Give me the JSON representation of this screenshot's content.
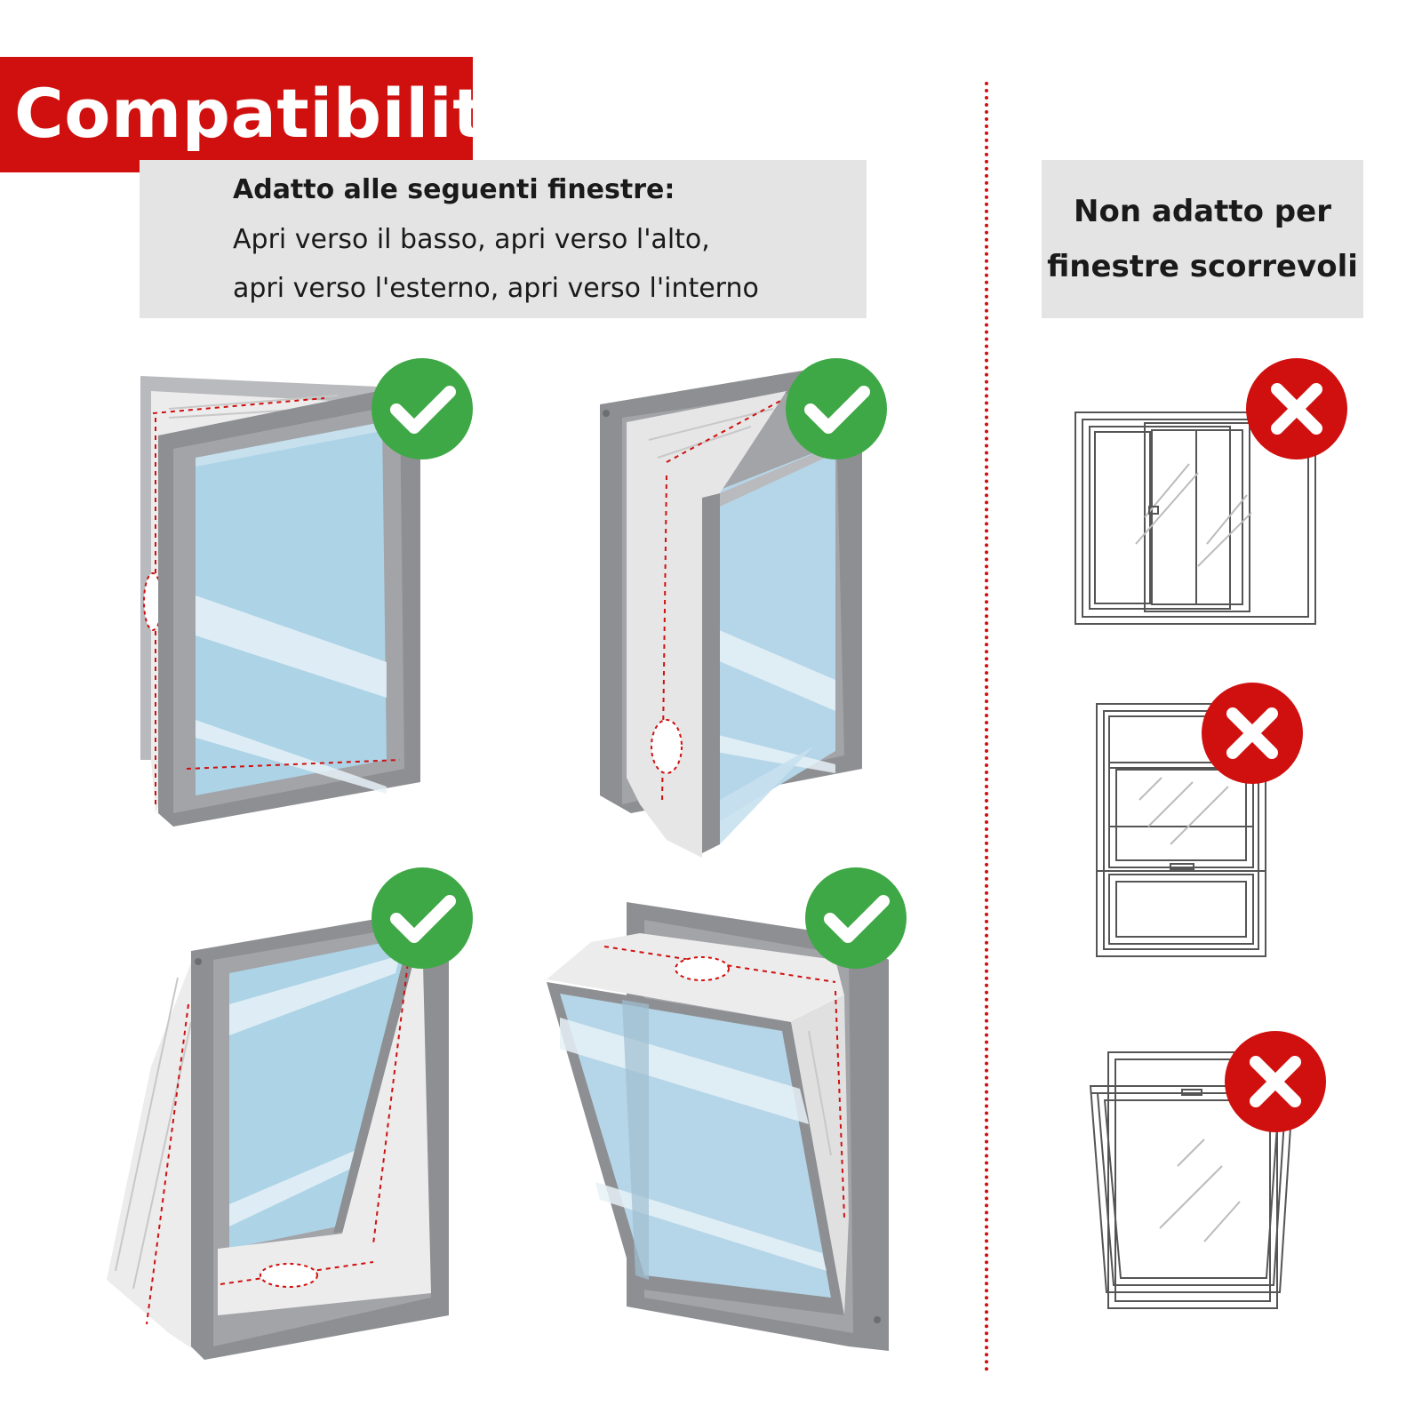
{
  "title": "Compatibilità",
  "compatible": {
    "heading": "Adatto alle seguenti finestre:",
    "line1": "Apri verso il basso, apri verso l'alto,",
    "line2": "apri verso l'esterno, apri verso l'interno"
  },
  "not_compatible": {
    "line1": "Non adatto per",
    "line2": "finestre scorrevoli"
  },
  "colors": {
    "accent_red": "#d0100f",
    "check_green": "#3fa846",
    "frame_gray": "#9b9ca0",
    "glass_blue": "#add3e6"
  },
  "icons": {
    "compatible_badge": "check-icon",
    "incompatible_badge": "cross-icon"
  }
}
